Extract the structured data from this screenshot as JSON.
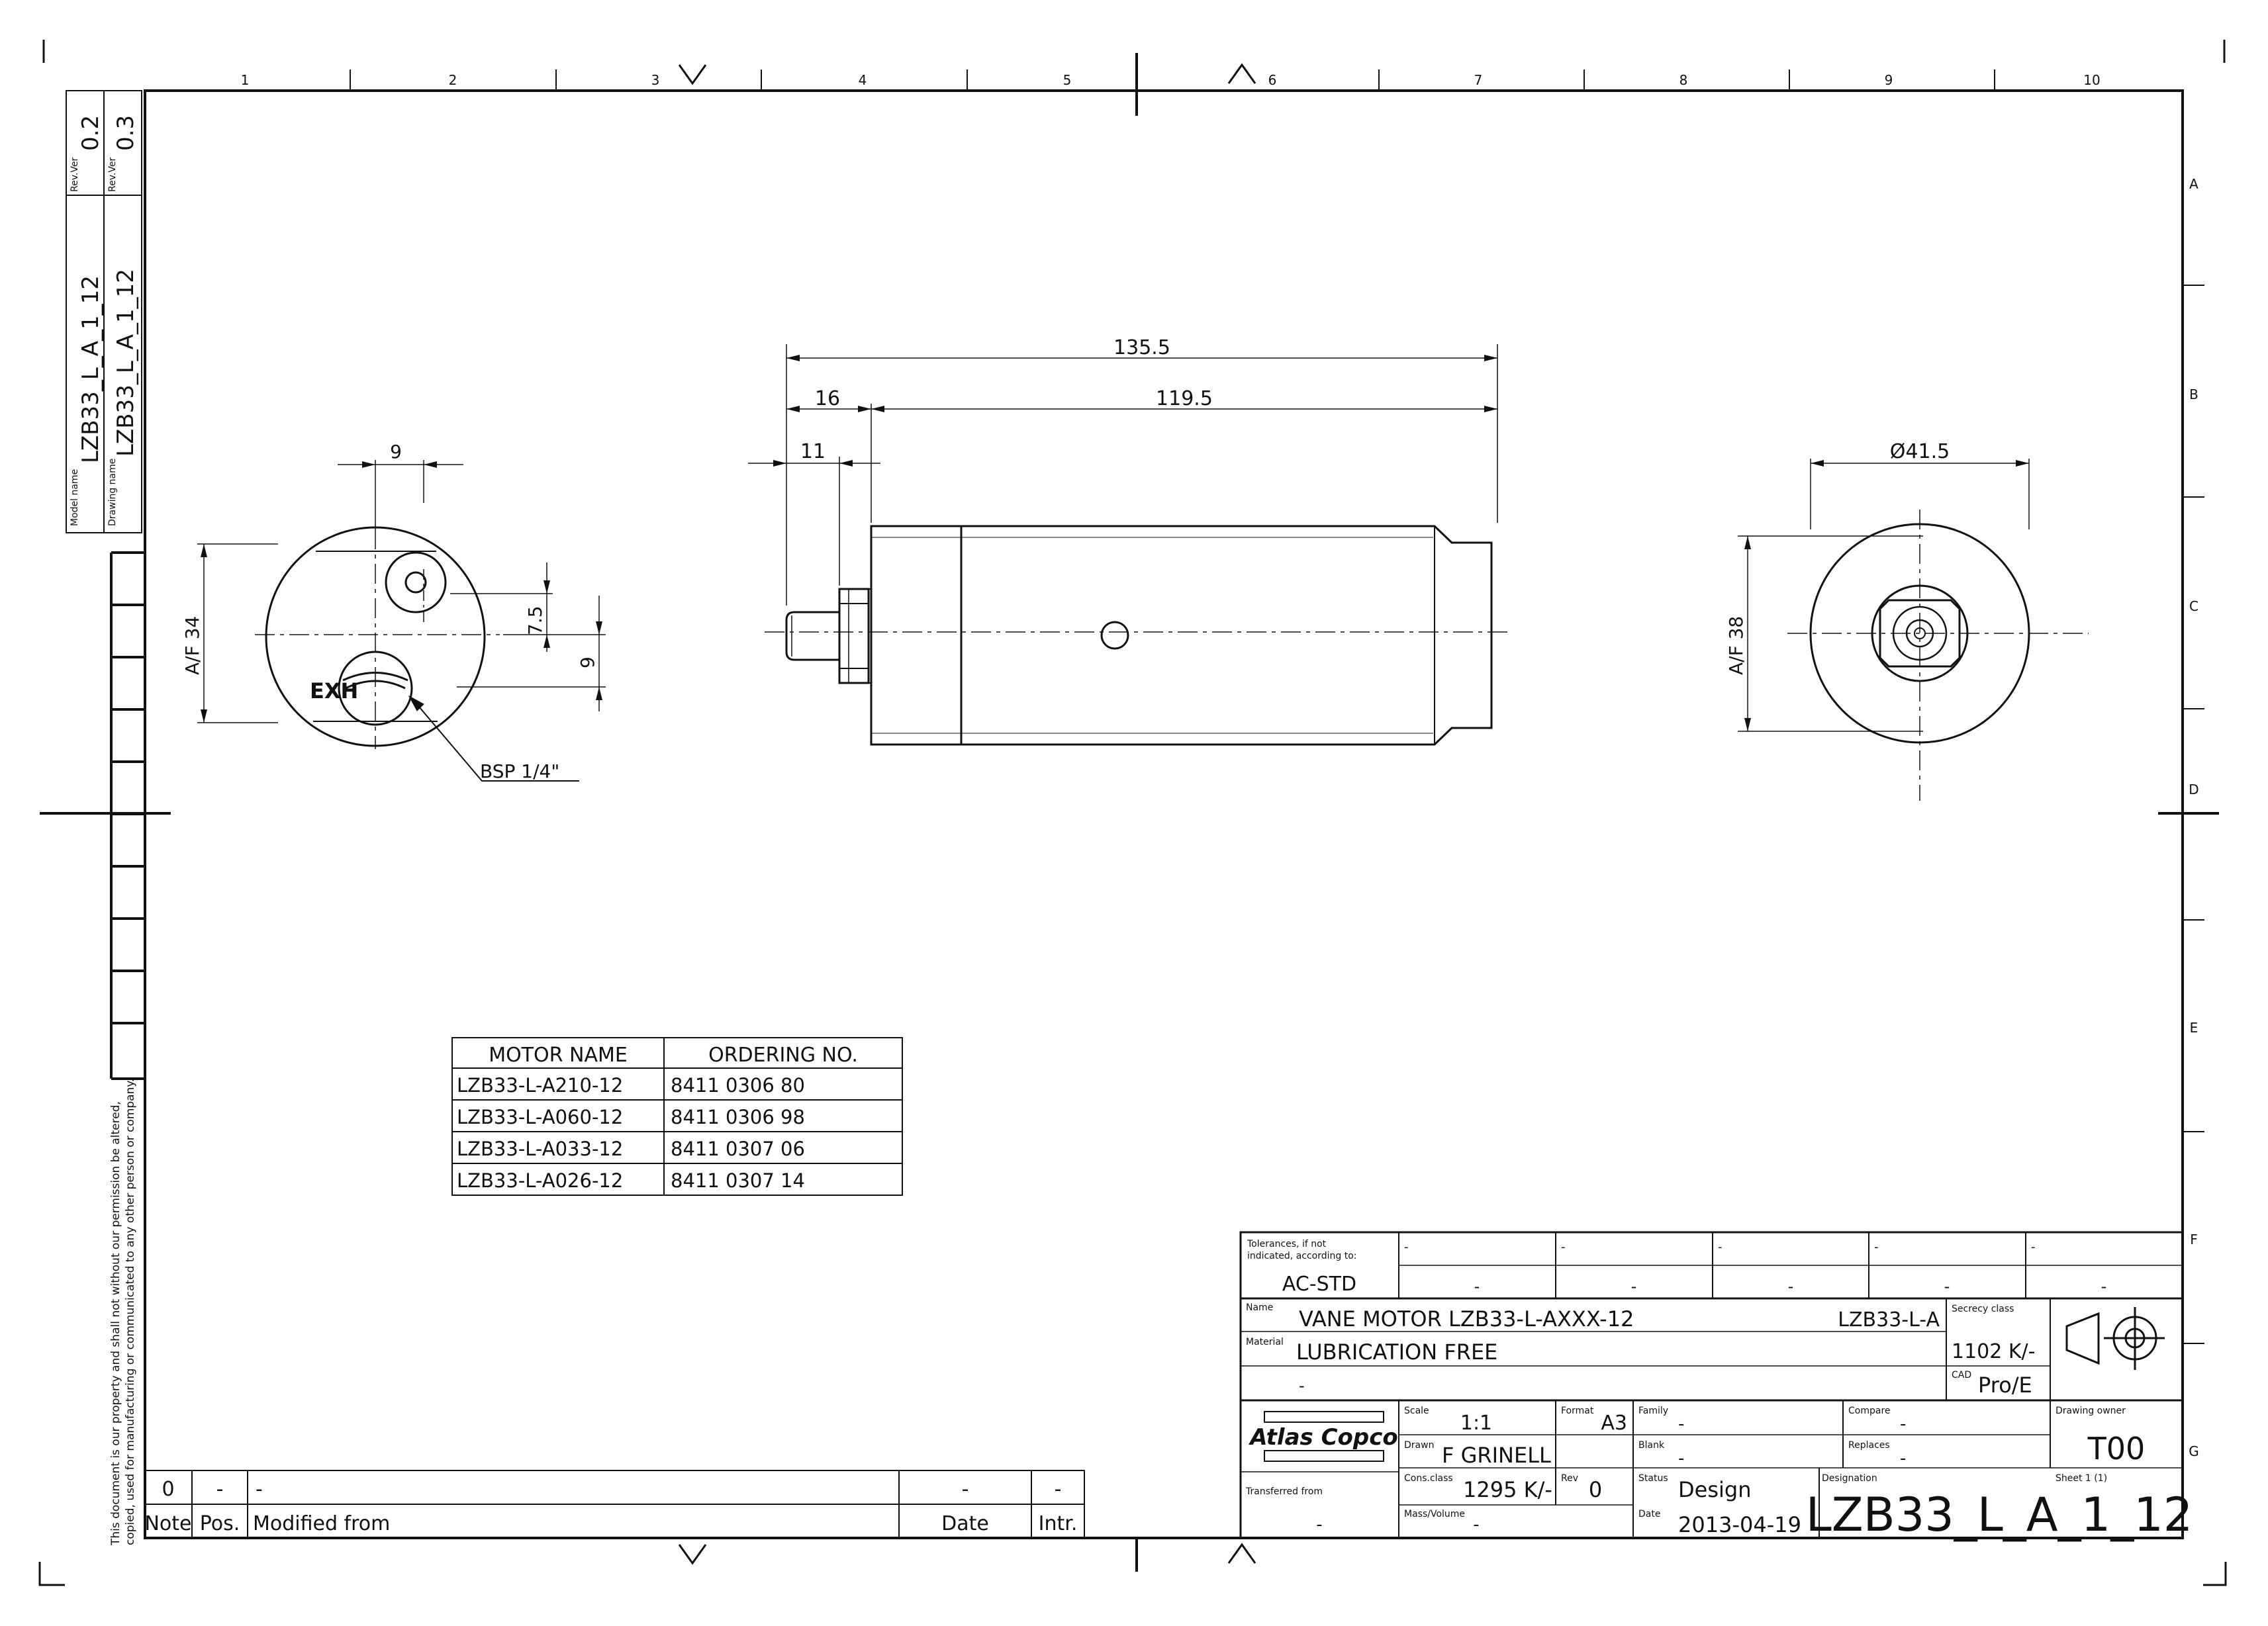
{
  "border": {
    "columns": [
      "1",
      "2",
      "3",
      "4",
      "5",
      "6",
      "7",
      "8",
      "9",
      "10"
    ],
    "rows": [
      "A",
      "B",
      "C",
      "D",
      "E",
      "F",
      "G"
    ]
  },
  "left_strip": {
    "model_name_label": "Model name",
    "model_name": "LZB33_L_A_1_12",
    "drawing_name_label": "Drawing name",
    "drawing_name": "LZB33_L_A_1_12",
    "rev_label": "Rev.Ver",
    "model_rev": "0.2",
    "drawing_rev": "0.3",
    "notice_line1": "This document is our property and shall not without our permission be altered,",
    "notice_line2": "copied, used for manufacturing or communicated to any other person or company."
  },
  "views": {
    "front": {
      "dim_top": "9",
      "dim_af": "A/F 34",
      "dim_right1": "7.5",
      "dim_right2": "9",
      "exh_label": "EXH",
      "callout": "BSP 1/4\""
    },
    "side": {
      "dim_overall": "135.5",
      "dim_16": "16",
      "dim_body": "119.5",
      "dim_11": "11"
    },
    "end": {
      "dim_dia": "Ø41.5",
      "dim_af": "A/F 38"
    }
  },
  "parts_table": {
    "headers": [
      "MOTOR NAME",
      "ORDERING NO."
    ],
    "rows": [
      [
        "LZB33-L-A210-12",
        "8411 0306 80"
      ],
      [
        "LZB33-L-A060-12",
        "8411 0306 98"
      ],
      [
        "LZB33-L-A033-12",
        "8411 0307 06"
      ],
      [
        "LZB33-L-A026-12",
        "8411 0307 14"
      ]
    ]
  },
  "revision_block": {
    "note": "0",
    "pos": "-",
    "modified_value": "-",
    "date_value": "-",
    "intr_value": "-",
    "labels": {
      "note": "Note",
      "pos": "Pos.",
      "modified": "Modified from",
      "date": "Date",
      "intr": "Intr."
    }
  },
  "title_block": {
    "tolerances_label_1": "Tolerances, if not",
    "tolerances_label_2": "indicated, according to:",
    "tolerances_value": "AC-STD",
    "dash": "-",
    "name_label": "Name",
    "name": "VANE MOTOR LZB33-L-AXXX-12",
    "name_code": "LZB33-L-A",
    "secrecy_label": "Secrecy class",
    "secrecy": "1102 K/-",
    "material_label": "Material",
    "material": "LUBRICATION FREE",
    "material_2": "-",
    "cad_label": "CAD",
    "cad": "Pro/E",
    "company": "Atlas Copco",
    "scale_label": "Scale",
    "scale": "1:1",
    "format_label": "Format",
    "format": "A3",
    "family_label": "Family",
    "family": "-",
    "compare_label": "Compare",
    "compare": "-",
    "drawing_owner_label": "Drawing owner",
    "drawing_owner": "T00",
    "drawn_label": "Drawn",
    "drawn": "F GRINELL",
    "blank_label": "Blank",
    "blank": "-",
    "replaces_label": "Replaces",
    "replaces": "-",
    "transferred_label": "Transferred from",
    "transferred": "-",
    "cons_label": "Cons.class",
    "cons": "1295 K/-",
    "rev_label": "Rev",
    "rev": "0",
    "status_label": "Status",
    "status": "Design",
    "designation_label": "Designation",
    "designation": "LZB33_L_A_1_12",
    "sheet_label": "Sheet 1 (1)",
    "mass_label": "Mass/Volume",
    "mass": "-",
    "date_label": "Date",
    "date": "2013-04-19"
  }
}
